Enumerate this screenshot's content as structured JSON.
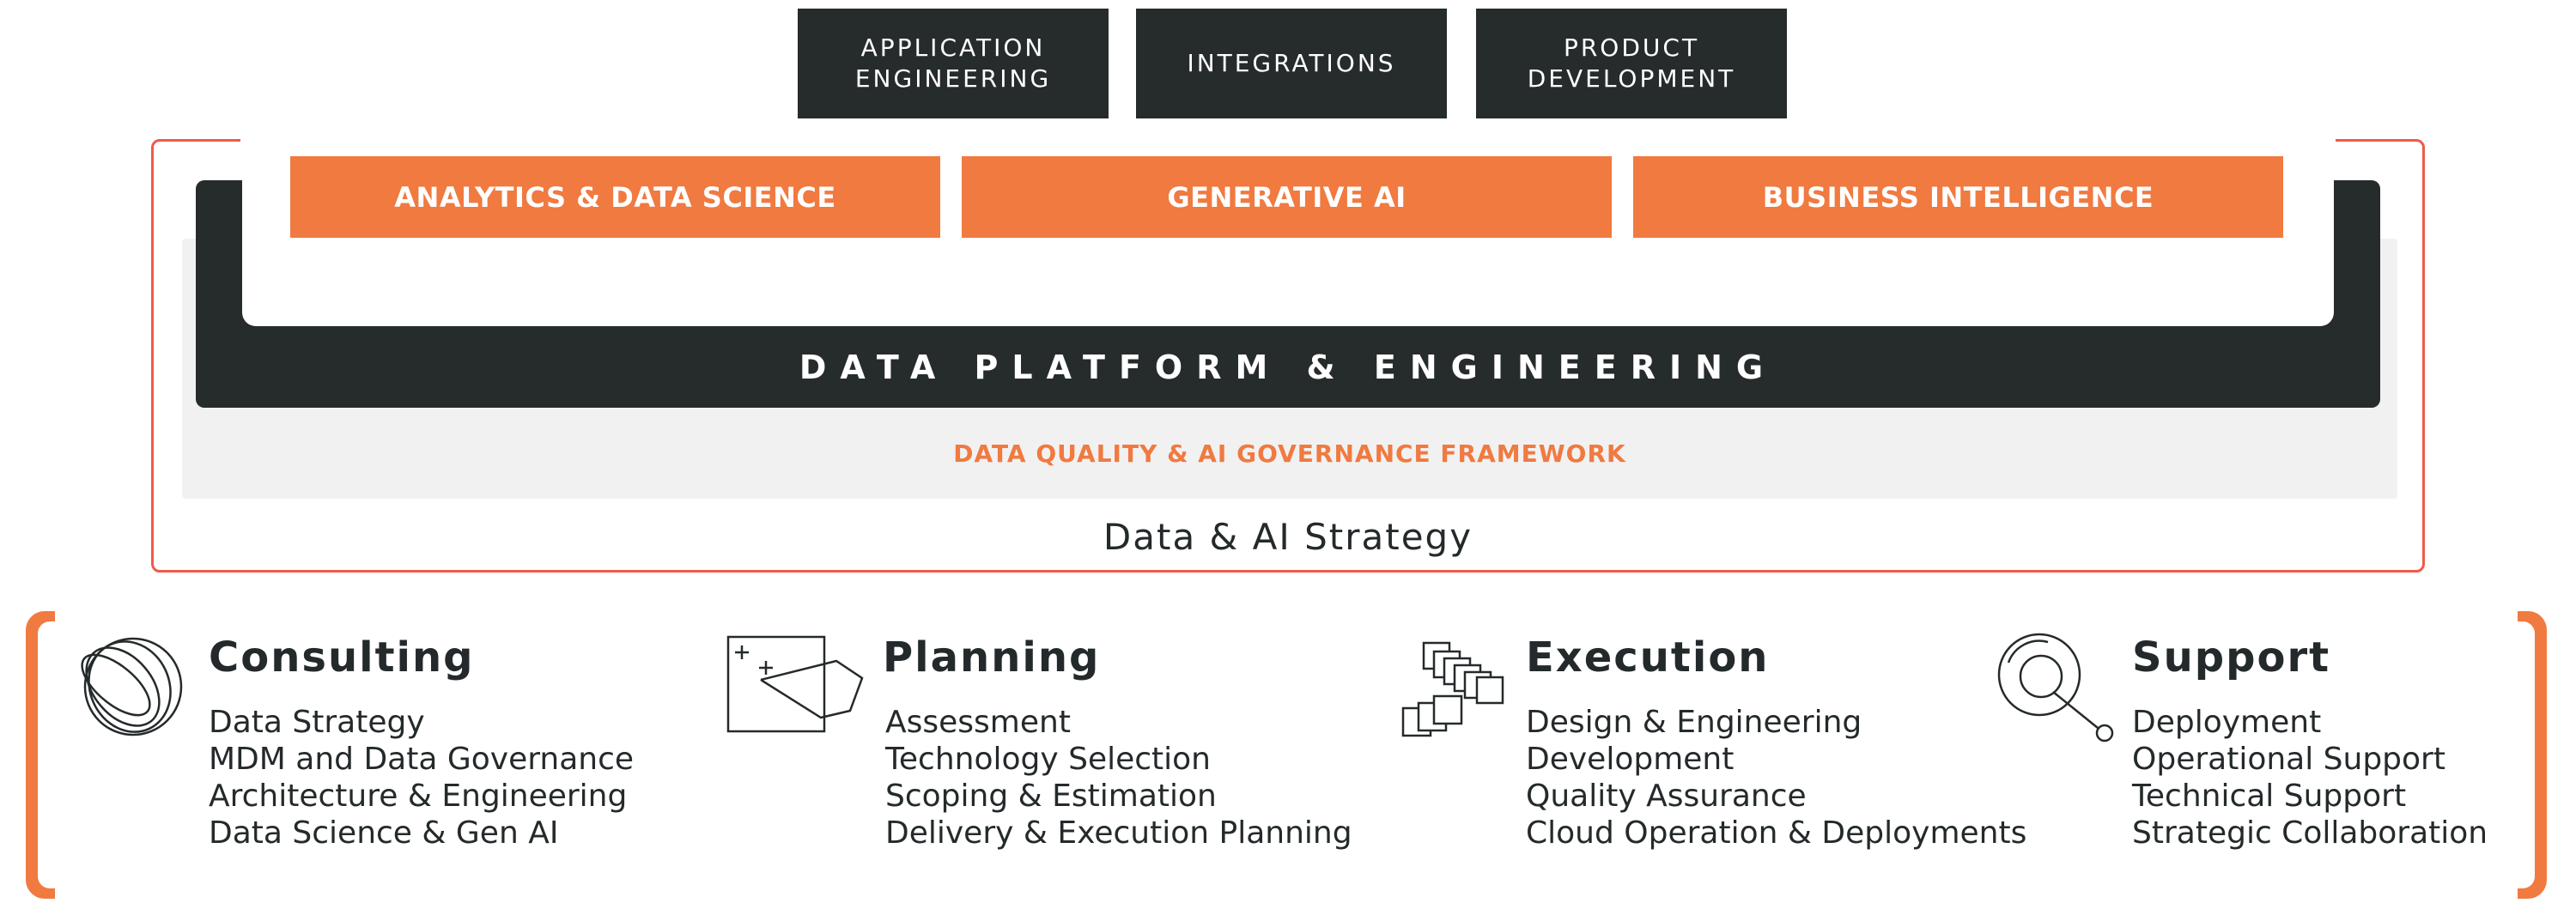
{
  "top_boxes": [
    "APPLICATION\nENGINEERING",
    "INTEGRATIONS",
    "PRODUCT\nDEVELOPMENT"
  ],
  "capabilities": [
    "ANALYTICS & DATA SCIENCE",
    "GENERATIVE AI",
    "BUSINESS INTELLIGENCE"
  ],
  "platform_label": "DATA PLATFORM & ENGINEERING",
  "governance_label": "DATA QUALITY & AI GOVERNANCE FRAMEWORK",
  "strategy_label": "Data & AI Strategy",
  "services": [
    {
      "title": "Consulting",
      "icon": "globe-icon",
      "items": [
        "Data Strategy",
        "MDM and Data Governance",
        "Architecture & Engineering",
        "Data Science & Gen AI"
      ]
    },
    {
      "title": "Planning",
      "icon": "blueprint-icon",
      "items": [
        "Assessment",
        "Technology Selection",
        "Scoping & Estimation",
        "Delivery & Execution Planning"
      ]
    },
    {
      "title": "Execution",
      "icon": "stacked-squares-icon",
      "items": [
        "Design & Engineering",
        "Development",
        "Quality Assurance",
        "Cloud Operation & Deployments"
      ]
    },
    {
      "title": "Support",
      "icon": "magnifier-icon",
      "items": [
        "Deployment",
        "Operational Support",
        "Technical Support",
        "Strategic Collaboration"
      ]
    }
  ],
  "colors": {
    "orange": "#f07a40",
    "dark": "#262b2c",
    "frame_red": "#ef5a4a",
    "panel_gray": "#f1f1f2"
  }
}
